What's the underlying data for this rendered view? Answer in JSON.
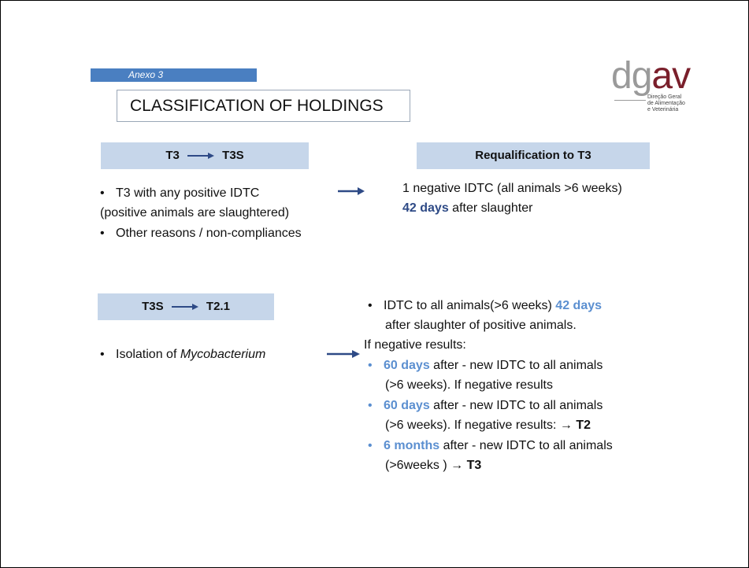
{
  "annex_label": "Anexo 3",
  "title": "CLASSIFICATION OF HOLDINGS",
  "logo": {
    "dg": "dg",
    "av": "av",
    "sub1": "Direção Geral",
    "sub2": "de Alimentação",
    "sub3": "e Veterinária",
    "colors": {
      "dg": "#9a9a9a",
      "av": "#7a1f2b"
    }
  },
  "section1": {
    "header_from": "T3",
    "header_to": "T3S",
    "bullet1": "T3  with any positive IDTC",
    "bullet1_cont": "(positive animals are slaughtered)",
    "bullet2": "Other reasons / non-compliances"
  },
  "requal": {
    "header": "Requalification to T3",
    "line1": "1 negative IDTC (all animals >6 weeks)",
    "line2_bold": "42 days",
    "line2_rest": " after slaughter"
  },
  "section2": {
    "header_from": "T3S",
    "header_to": "T2.1",
    "bullet_prefix": "Isolation of ",
    "bullet_italic": "Mycobacterium"
  },
  "right2": {
    "b1_text": "IDTC to all animals(>6 weeks) ",
    "b1_bold": "42 days",
    "b1_cont": "after slaughter of positive animals.",
    "if_negative": "If negative results:",
    "b2_bold": "60 days",
    "b2_text": " after  - new IDTC to all animals",
    "b2_cont": "(>6 weeks). If negative results",
    "b3_bold": "60 days",
    "b3_text": "  after - new IDTC to all animals",
    "b3_cont": "(>6 weeks). If negative results:  ",
    "b3_arrow": "→",
    "b3_target": "T2",
    "b4_bold": "6 months",
    "b4_text": " after - new IDTC to all animals",
    "b4_cont": "(>6weeks ) ",
    "b4_arrow": "→",
    "b4_target": "T3"
  },
  "colors": {
    "annex_bar": "#4a7fc1",
    "header_fill": "#c6d6ea",
    "dark_blue": "#2e4a86",
    "light_blue": "#5b8fd0"
  }
}
